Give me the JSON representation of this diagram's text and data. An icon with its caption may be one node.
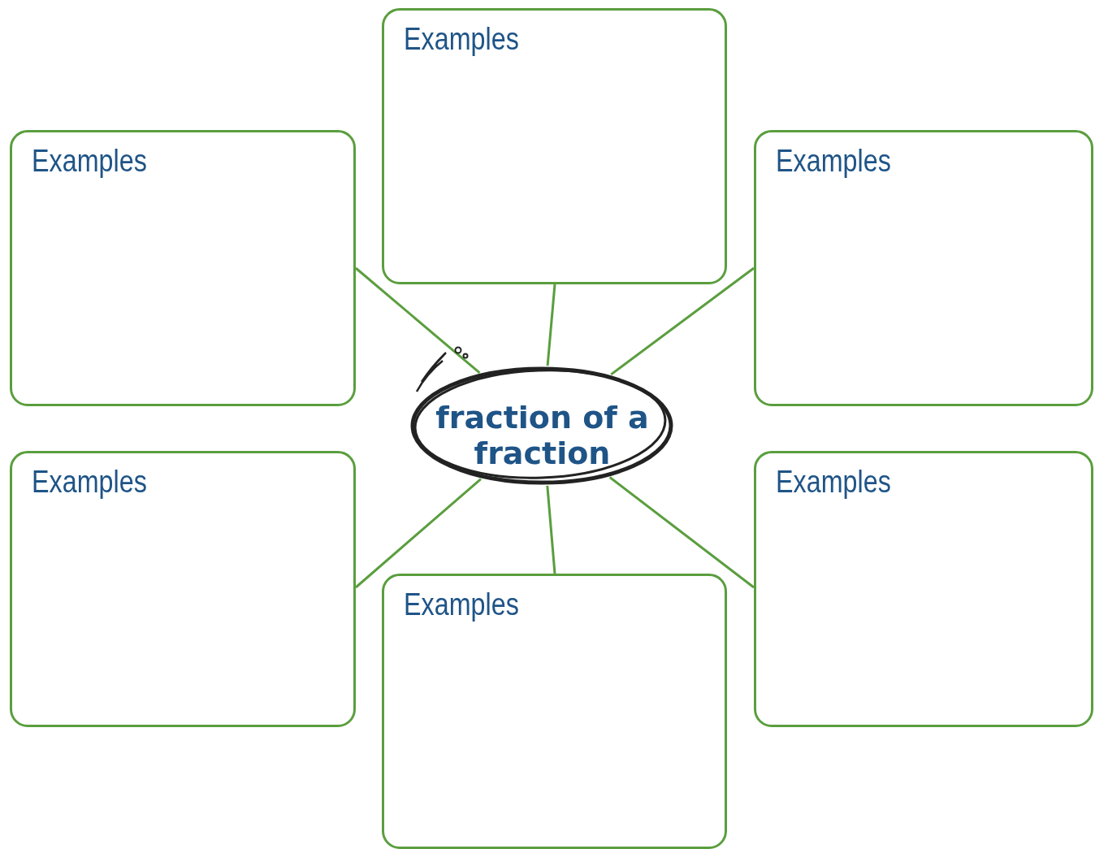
{
  "diagram": {
    "nodes": [
      {
        "text": [
          "fraction of a fraction"
        ]
      },
      {
        "text": [
          "Examples"
        ]
      },
      {
        "text": [
          "Examples"
        ]
      },
      {
        "text": [
          "Examples"
        ]
      },
      {
        "text": [
          "Examples"
        ]
      },
      {
        "text": [
          "Examples"
        ]
      },
      {
        "text": [
          "Examples"
        ]
      }
    ],
    "edges": [
      {
        "from": 0,
        "to": 1,
        "arrow": "none"
      },
      {
        "from": 0,
        "to": 2,
        "arrow": "none"
      },
      {
        "from": 0,
        "to": 3,
        "arrow": "none"
      },
      {
        "from": 0,
        "to": 4,
        "arrow": "none"
      },
      {
        "from": 0,
        "to": 5,
        "arrow": "none"
      },
      {
        "from": 0,
        "to": 6,
        "arrow": "none"
      }
    ]
  }
}
